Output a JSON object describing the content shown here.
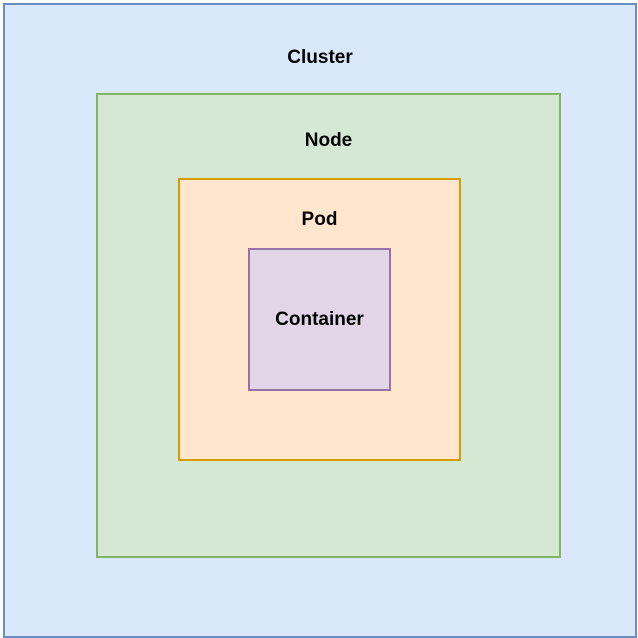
{
  "diagram": {
    "cluster": {
      "label": "Cluster",
      "fill": "#dae8fc",
      "stroke": "#6c8ebf"
    },
    "node": {
      "label": "Node",
      "fill": "#d5e8d4",
      "stroke": "#82b366"
    },
    "pod": {
      "label": "Pod",
      "fill": "#ffe6cc",
      "stroke": "#d79b00"
    },
    "container": {
      "label": "Container",
      "fill": "#e1d5e7",
      "stroke": "#9673a6"
    }
  }
}
